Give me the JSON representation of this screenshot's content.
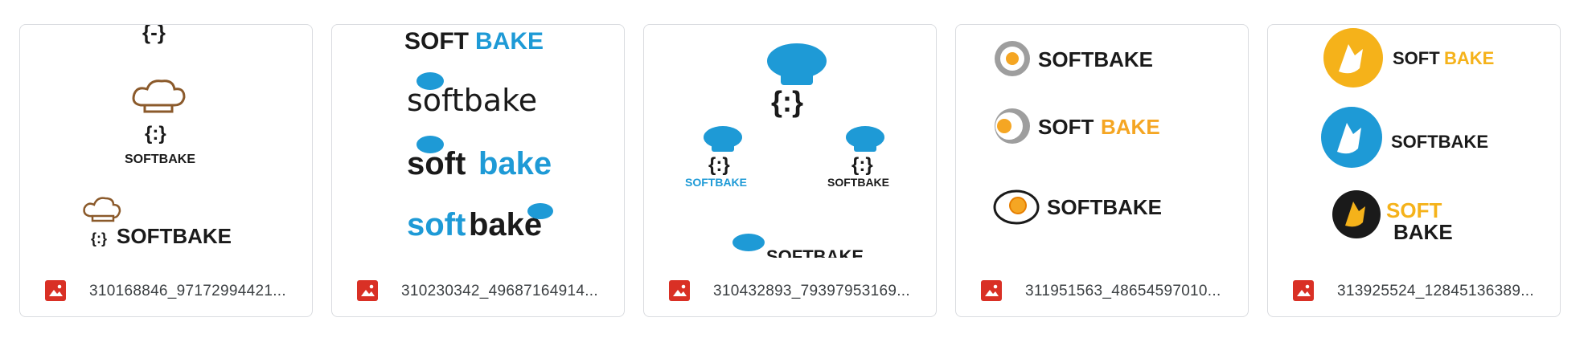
{
  "files": [
    {
      "name": "310168846_97172994421...",
      "type_icon": "image-file-icon",
      "texts": [
        "SOFTBAKE",
        "SOFTBAKE"
      ]
    },
    {
      "name": "310230342_49687164914...",
      "type_icon": "image-file-icon",
      "texts": [
        "SOFT",
        "BAKE",
        "softbake",
        "soft",
        "bake",
        "soft",
        "bake"
      ]
    },
    {
      "name": "310432893_79397953169...",
      "type_icon": "image-file-icon",
      "texts": [
        "SOFTBAKE",
        "SOFTBAKE",
        "SOFTBAKE"
      ]
    },
    {
      "name": "311951563_48654597010...",
      "type_icon": "image-file-icon",
      "texts": [
        "SOFTBAKE",
        "SOFT",
        "BAKE",
        "SOFTBAKE"
      ]
    },
    {
      "name": "313925524_12845136389...",
      "type_icon": "image-file-icon",
      "texts": [
        "SOFT",
        "BAKE",
        "SOFTBAKE",
        "SOFT",
        "BAKE"
      ]
    }
  ],
  "colors": {
    "file_icon_red": "#d93025",
    "brand_blue": "#1e9ad6",
    "brand_orange": "#f5a623",
    "chef_brown": "#8b5a2b",
    "text_dark": "#1a1a1a",
    "border": "#dadce0"
  }
}
